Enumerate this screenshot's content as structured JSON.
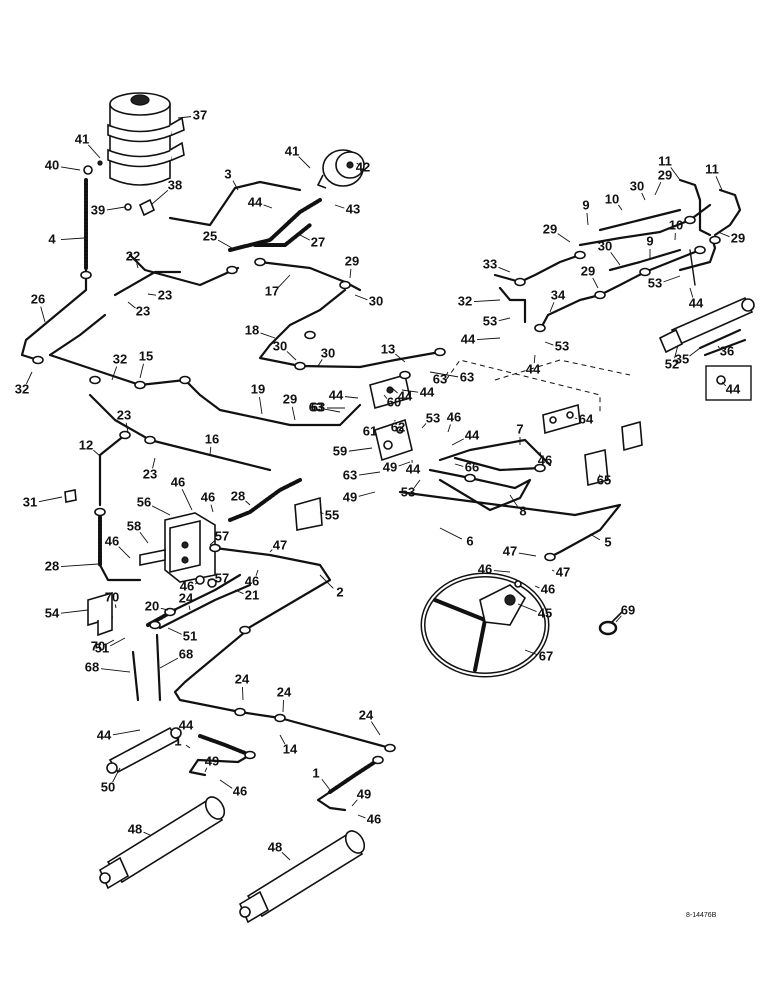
{
  "diagram": {
    "reference_code": "8-14476B",
    "callouts": [
      {
        "label": "37"
      },
      {
        "label": "41"
      },
      {
        "label": "40"
      },
      {
        "label": "39"
      },
      {
        "label": "38"
      },
      {
        "label": "3"
      },
      {
        "label": "41"
      },
      {
        "label": "42"
      },
      {
        "label": "44"
      },
      {
        "label": "43"
      },
      {
        "label": "4"
      },
      {
        "label": "25"
      },
      {
        "label": "27"
      },
      {
        "label": "22"
      },
      {
        "label": "17"
      },
      {
        "label": "29"
      },
      {
        "label": "26"
      },
      {
        "label": "23"
      },
      {
        "label": "23"
      },
      {
        "label": "30"
      },
      {
        "label": "18"
      },
      {
        "label": "30"
      },
      {
        "label": "30"
      },
      {
        "label": "13"
      },
      {
        "label": "32"
      },
      {
        "label": "15"
      },
      {
        "label": "32"
      },
      {
        "label": "23"
      },
      {
        "label": "19"
      },
      {
        "label": "29"
      },
      {
        "label": "44"
      },
      {
        "label": "63"
      },
      {
        "label": "60"
      },
      {
        "label": "44"
      },
      {
        "label": "63"
      },
      {
        "label": "12"
      },
      {
        "label": "16"
      },
      {
        "label": "23"
      },
      {
        "label": "61"
      },
      {
        "label": "62"
      },
      {
        "label": "59"
      },
      {
        "label": "31"
      },
      {
        "label": "56"
      },
      {
        "label": "46"
      },
      {
        "label": "46"
      },
      {
        "label": "28"
      },
      {
        "label": "55"
      },
      {
        "label": "58"
      },
      {
        "label": "57"
      },
      {
        "label": "47"
      },
      {
        "label": "46"
      },
      {
        "label": "28"
      },
      {
        "label": "57"
      },
      {
        "label": "46"
      },
      {
        "label": "46"
      },
      {
        "label": "2"
      },
      {
        "label": "24"
      },
      {
        "label": "21"
      },
      {
        "label": "70"
      },
      {
        "label": "20"
      },
      {
        "label": "54"
      },
      {
        "label": "51"
      },
      {
        "label": "51"
      },
      {
        "label": "70"
      },
      {
        "label": "68"
      },
      {
        "label": "68"
      },
      {
        "label": "24"
      },
      {
        "label": "24"
      },
      {
        "label": "24"
      },
      {
        "label": "44"
      },
      {
        "label": "44"
      },
      {
        "label": "14"
      },
      {
        "label": "1"
      },
      {
        "label": "49"
      },
      {
        "label": "50"
      },
      {
        "label": "46"
      },
      {
        "label": "1"
      },
      {
        "label": "49"
      },
      {
        "label": "46"
      },
      {
        "label": "48"
      },
      {
        "label": "48"
      },
      {
        "label": "11"
      },
      {
        "label": "11"
      },
      {
        "label": "29"
      },
      {
        "label": "10"
      },
      {
        "label": "30"
      },
      {
        "label": "9"
      },
      {
        "label": "29"
      },
      {
        "label": "29"
      },
      {
        "label": "10"
      },
      {
        "label": "33"
      },
      {
        "label": "30"
      },
      {
        "label": "9"
      },
      {
        "label": "29"
      },
      {
        "label": "53"
      },
      {
        "label": "32"
      },
      {
        "label": "34"
      },
      {
        "label": "53"
      },
      {
        "label": "44"
      },
      {
        "label": "44"
      },
      {
        "label": "44"
      },
      {
        "label": "53"
      },
      {
        "label": "52"
      },
      {
        "label": "36"
      },
      {
        "label": "35"
      },
      {
        "label": "44"
      },
      {
        "label": "63"
      },
      {
        "label": "63"
      },
      {
        "label": "44"
      },
      {
        "label": "64"
      },
      {
        "label": "53"
      },
      {
        "label": "46"
      },
      {
        "label": "7"
      },
      {
        "label": "44"
      },
      {
        "label": "49"
      },
      {
        "label": "44"
      },
      {
        "label": "66"
      },
      {
        "label": "63"
      },
      {
        "label": "46"
      },
      {
        "label": "53"
      },
      {
        "label": "65"
      },
      {
        "label": "49"
      },
      {
        "label": "8"
      },
      {
        "label": "6"
      },
      {
        "label": "5"
      },
      {
        "label": "47"
      },
      {
        "label": "46"
      },
      {
        "label": "47"
      },
      {
        "label": "46"
      },
      {
        "label": "45"
      },
      {
        "label": "69"
      },
      {
        "label": "67"
      }
    ]
  }
}
